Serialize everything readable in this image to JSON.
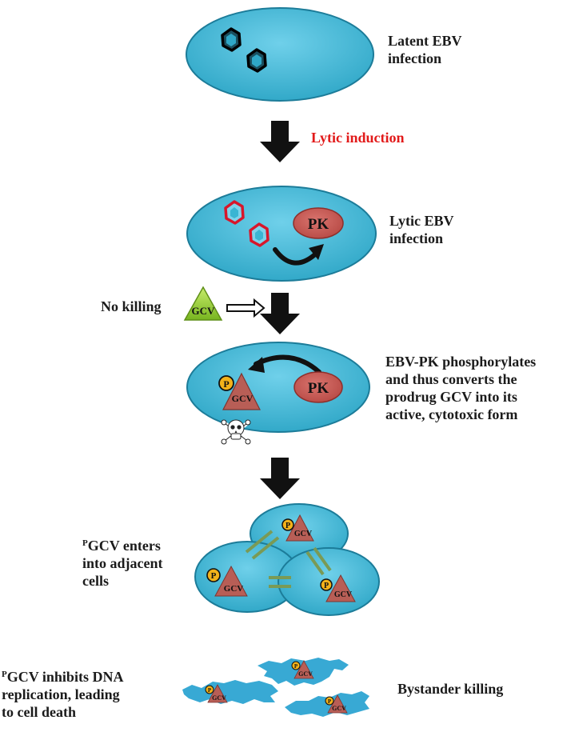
{
  "labels": {
    "latent": [
      "Latent EBV",
      "infection"
    ],
    "lytic_induction": "Lytic induction",
    "lytic": [
      "Lytic EBV",
      "infection"
    ],
    "no_killing": "No killing",
    "phosphorylates": [
      "EBV-PK phosphorylates",
      "and thus converts the",
      "prodrug GCV into its",
      "active, cytotoxic form"
    ],
    "enters": {
      "superscript": "P",
      "lines": [
        "GCV enters",
        "into adjacent",
        "cells"
      ]
    },
    "inhibits": {
      "superscript": "P",
      "lines": [
        "GCV inhibits DNA",
        "replication, leading",
        "to cell death"
      ]
    },
    "bystander": "Bystander killing"
  },
  "symbols": {
    "pk": "PK",
    "gcv": "GCV",
    "p": "P"
  },
  "colors": {
    "cell_fill": "#3ab5d3",
    "cell_stroke": "#1c7c99",
    "pk_fill": "#c45a56",
    "gcv_triangle": "#b85e56",
    "gcv_green": "#9cd22e",
    "p_badge": "#f3b21a",
    "latent_episome": "#000000",
    "lytic_episome": "#d8162a",
    "link_lines": "#7a9a55",
    "lytic_text": "#e21a1a"
  },
  "icons": [
    "skull-crossbones-icon",
    "down-arrow-icon",
    "hollow-right-arrow-icon",
    "curved-arrow-icon"
  ]
}
